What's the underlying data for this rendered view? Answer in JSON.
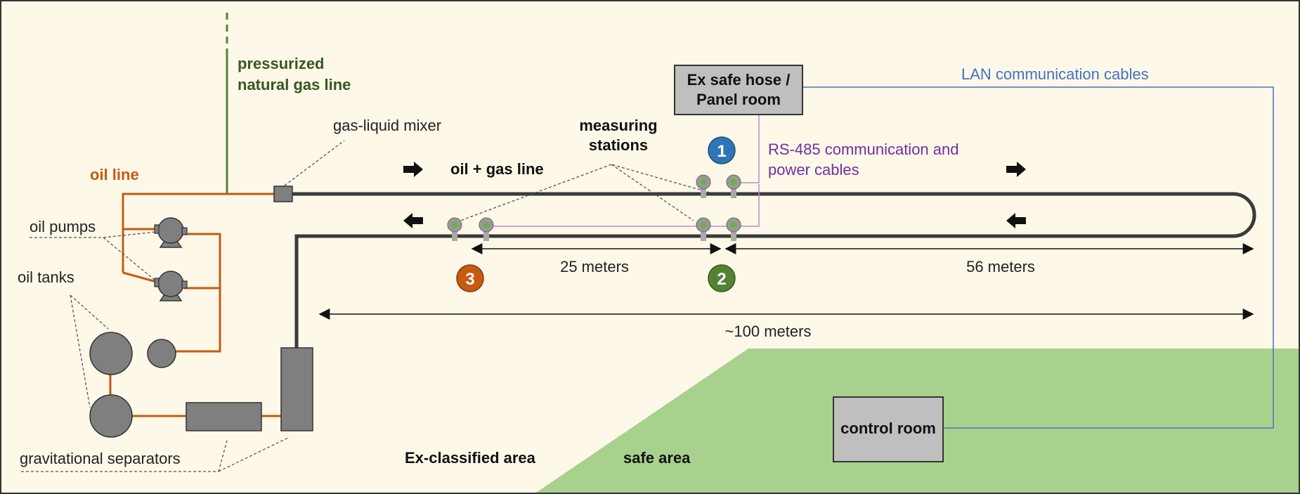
{
  "colors": {
    "background": "#fef8e9",
    "safe_area": "#a9d18e",
    "oil_line": "#c55a11",
    "gas_line": "#548235",
    "main_pipe": "#3a3a3a",
    "equipment": "#7f7f7f",
    "rs485_cable": "#b48fc4",
    "lan_cable": "#4472c4",
    "station_sensor": "#70ad47",
    "badge_1": "#2e75b6",
    "badge_2": "#548235",
    "badge_3": "#c55a11"
  },
  "labels": {
    "gas_line": [
      "pressurized",
      "natural gas line"
    ],
    "gas_liquid_mixer": "gas-liquid mixer",
    "oil_line": "oil line",
    "oil_pumps": "oil pumps",
    "oil_tanks": "oil tanks",
    "gravitational_separators": "gravitational separators",
    "oil_gas_line": "oil + gas line",
    "measuring_stations": [
      "measuring",
      "stations"
    ],
    "panel_room": [
      "Ex safe hose /",
      "Panel room"
    ],
    "rs485": [
      "RS-485 communication and",
      "power cables"
    ],
    "lan": "LAN communication cables",
    "control_room": "control room",
    "ex_area": "Ex-classified area",
    "safe_area": "safe area"
  },
  "distances": {
    "d25": "25 meters",
    "d56": "56 meters",
    "d100": "~100 meters"
  },
  "stations": [
    {
      "id": "1",
      "color_key": "badge_1"
    },
    {
      "id": "2",
      "color_key": "badge_2"
    },
    {
      "id": "3",
      "color_key": "badge_3"
    }
  ]
}
